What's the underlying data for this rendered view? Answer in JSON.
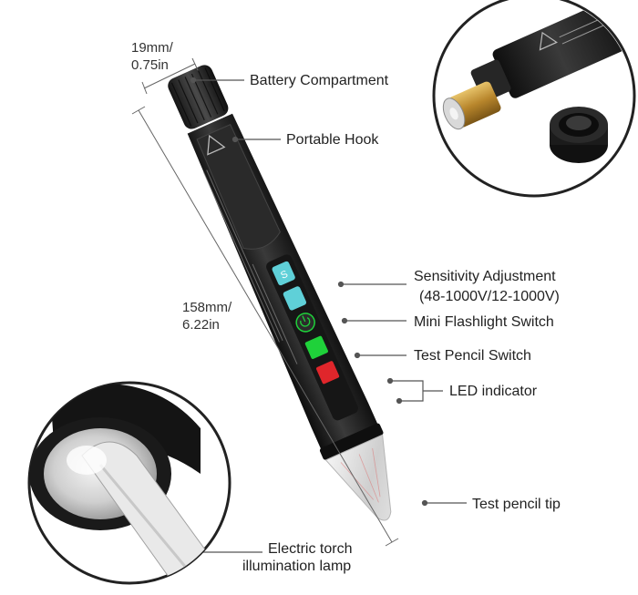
{
  "dimensions": {
    "diameter_mm": "19mm/",
    "diameter_in": "0.75in",
    "length_mm": "158mm/",
    "length_in": "6.22in"
  },
  "callouts": {
    "battery_compartment": "Battery Compartment",
    "portable_hook": "Portable Hook",
    "sensitivity_adjustment": "Sensitivity Adjustment",
    "sensitivity_range": "(48-1000V/12-1000V)",
    "mini_flashlight_switch": "Mini Flashlight Switch",
    "test_pencil_switch": "Test Pencil Switch",
    "led_indicator": "LED indicator",
    "test_pencil_tip": "Test pencil tip",
    "electric_torch_line1": "Electric torch",
    "electric_torch_line2": "illumination lamp"
  },
  "colors": {
    "pen_body": "#1c1c1c",
    "button_cyan": "#5fd0d8",
    "led_green": "#1fd13a",
    "led_red": "#e0262b",
    "leader_line": "#555555"
  }
}
